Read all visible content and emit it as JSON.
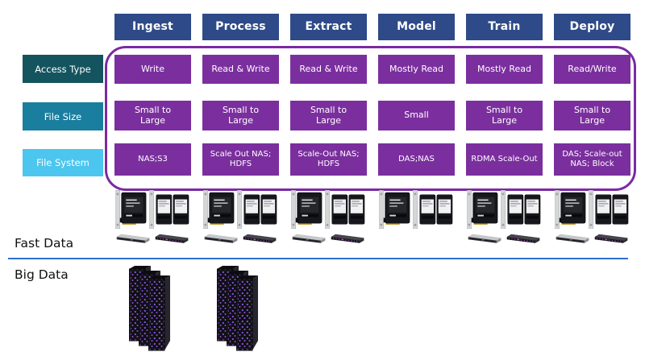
{
  "stages": [
    "Ingest",
    "Process",
    "Extract",
    "Model",
    "Train",
    "Deploy"
  ],
  "matrix": {
    "rows": [
      {
        "label": "Access Type",
        "color": "#14545f",
        "values": [
          "Write",
          "Read & Write",
          "Read & Write",
          "Mostly Read",
          "Mostly Read",
          "Read/Write"
        ]
      },
      {
        "label": "File Size",
        "color": "#1a7e9e",
        "values": [
          "Small to Large",
          "Small to Large",
          "Small to Large",
          "Small",
          "Small to Large",
          "Small to Large"
        ]
      },
      {
        "label": "File System",
        "color": "#4cc6ee",
        "values": [
          "NAS;S3",
          "Scale Out NAS; HDFS",
          "Scale-Out NAS; HDFS",
          "DAS;NAS",
          "RDMA Scale-Out",
          "DAS; Scale-out NAS; Block"
        ]
      }
    ]
  },
  "bands": {
    "fast_label": "Fast Data",
    "big_label": "Big Data"
  },
  "hardware": {
    "icons": [
      "pcie-ssd-card",
      "dual-ssd-card",
      "rack-server-silver",
      "rack-server-black",
      "server-rack-towers"
    ],
    "cards_per_stage": [
      2,
      2,
      2,
      2,
      2,
      2
    ],
    "fast_data_servers_per_stage": [
      2,
      2,
      2,
      0,
      2,
      2
    ],
    "big_data_racks_per_stage": [
      1,
      1,
      0,
      0,
      0,
      0
    ]
  },
  "colors": {
    "stage_header_bg": "#2e4a88",
    "value_box_bg": "#7b2f9e",
    "outline_border": "#7b2aa3",
    "divider_line": "#2e6fd2",
    "access_type_bg": "#14545f",
    "file_size_bg": "#1a7e9e",
    "file_system_bg": "#4cc6ee"
  }
}
